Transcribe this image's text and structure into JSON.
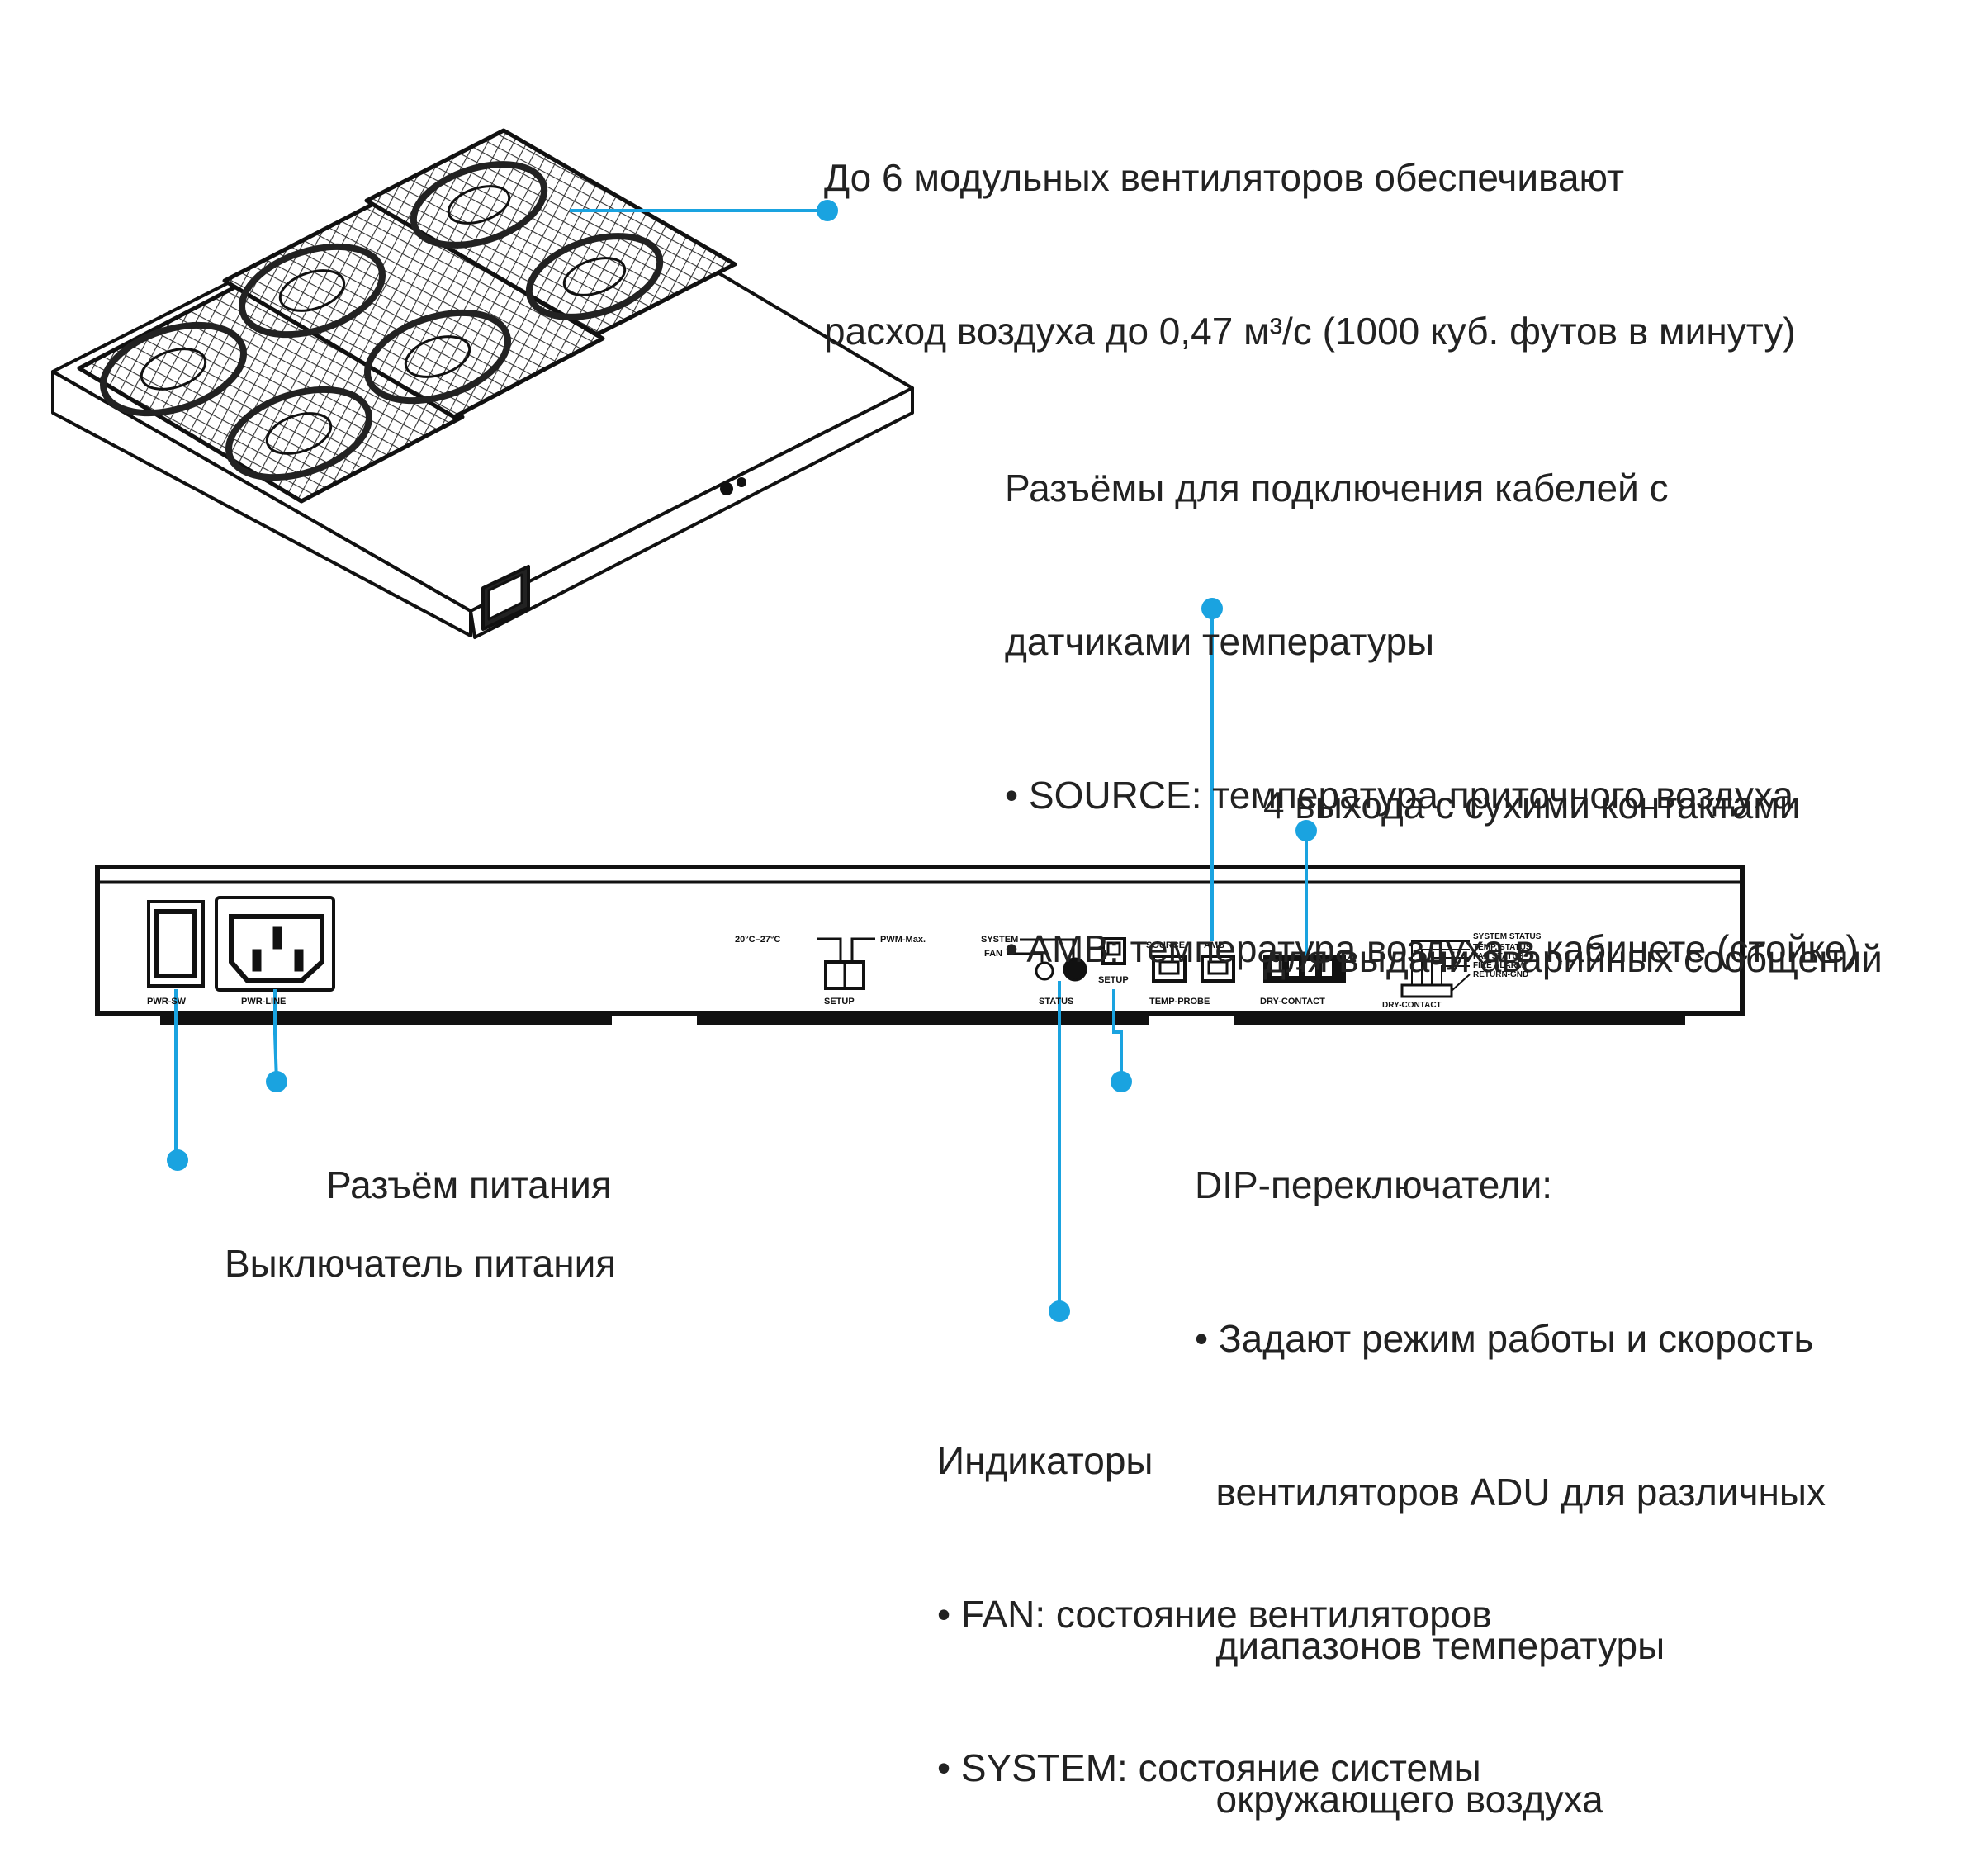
{
  "callouts": {
    "fans": {
      "lines": [
        "До 6 модульных вентиляторов обеспечивают",
        "расход воздуха до 0,47 м³/с (1000 куб. футов в минуту)"
      ]
    },
    "sensors": {
      "lines": [
        "Разъёмы для подключения кабелей с",
        "датчиками температуры",
        "• SOURCE: температура приточного воздуха",
        "• AMB: температура воздуха в кабинете (стойке)"
      ]
    },
    "dry_contacts": {
      "lines": [
        "4 выхода с сухими контактами",
        "для выдачи аварийных сообщений"
      ]
    },
    "power_connector": {
      "lines": [
        "Разъём питания"
      ]
    },
    "power_switch": {
      "lines": [
        "Выключатель питания"
      ]
    },
    "dip": {
      "lines": [
        "DIP-переключатели:",
        "• Задают режим работы и скорость",
        "  вентиляторов ADU для различных",
        "  диапазонов температуры",
        "  окружающего воздуха"
      ]
    },
    "indicators": {
      "lines": [
        "Индикаторы",
        "• FAN: состояние вентиляторов",
        "• SYSTEM: состояние системы"
      ]
    }
  },
  "panel_labels": {
    "pwr_sw": "PWR-SW",
    "pwr_line": "PWR-LINE",
    "temp_range": "20°C–27°C",
    "pwm_max": "PWM-Max.",
    "setup": "SETUP",
    "system": "SYSTEM",
    "fan": "FAN",
    "status": "STATUS",
    "setup2": "SETUP",
    "source": "SOURCE",
    "amb": "AMB",
    "temp_probe": "TEMP-PROBE",
    "dry_contact": "DRY-CONTACT",
    "system_status": "SYSTEM STATUS",
    "temp_status": "TEMP. STATUS",
    "fan_status": "FAN STATUS",
    "fire_alarm": "FIRE ALARM",
    "return_gnd": "RETURN-GND",
    "dry_contact2": "DRY-CONTACT"
  },
  "colors": {
    "accent": "#1aa3e0",
    "ink": "#111111"
  }
}
